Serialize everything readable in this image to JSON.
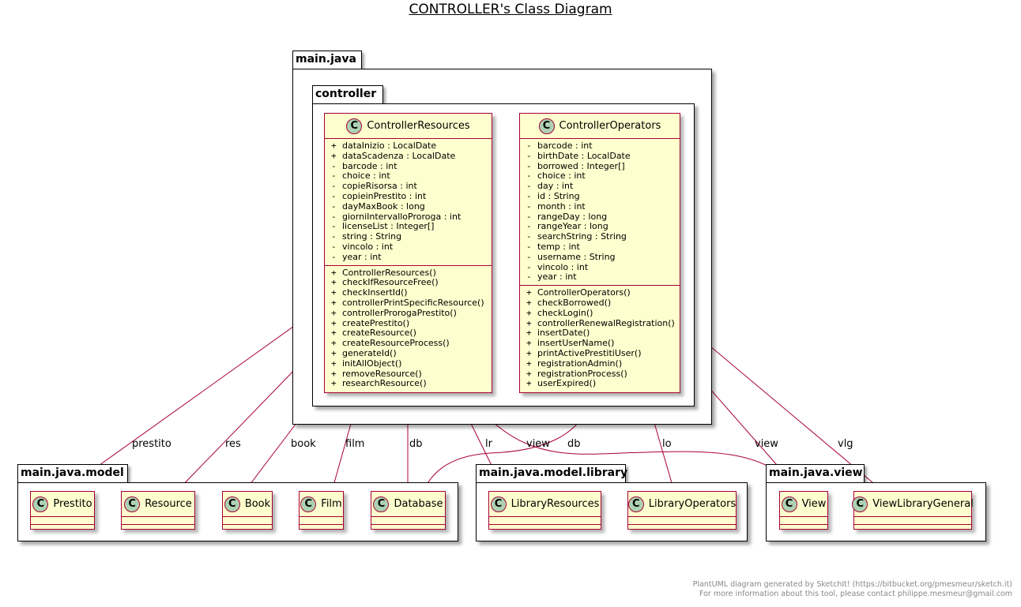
{
  "title": "CONTROLLER's Class Diagram",
  "footer": {
    "line1": "PlantUML diagram generated by SketchIt! (https://bitbucket.org/pmesmeur/sketch.it)",
    "line2": "For more information about this tool, please contact philippe.mesmeur@gmail.com"
  },
  "colors": {
    "class_fill": "#fefece",
    "class_border": "#a80036",
    "class_icon": "#add1b2",
    "edge": "#a80036"
  },
  "icons": {
    "class_marker": "class-c-icon",
    "aggregation_end": "diamond-icon"
  },
  "packages": {
    "main_java": "main.java",
    "controller": "controller",
    "model": "main.java.model",
    "library": "main.java.model.library",
    "view": "main.java.view"
  },
  "controller_resources": {
    "name": "ControllerResources",
    "icon_letter": "C",
    "fields": [
      {
        "v": "+",
        "text": "dataInizio : LocalDate"
      },
      {
        "v": "+",
        "text": "dataScadenza : LocalDate"
      },
      {
        "v": "-",
        "text": "barcode : int"
      },
      {
        "v": "-",
        "text": "choice : int"
      },
      {
        "v": "-",
        "text": "copieRisorsa : int"
      },
      {
        "v": "-",
        "text": "copieinPrestito : int"
      },
      {
        "v": "-",
        "text": "dayMaxBook : long"
      },
      {
        "v": "-",
        "text": "giorniIntervalloProroga : int"
      },
      {
        "v": "-",
        "text": "licenseList : Integer[]"
      },
      {
        "v": "-",
        "text": "string : String"
      },
      {
        "v": "-",
        "text": "vincolo : int"
      },
      {
        "v": "-",
        "text": "year : int"
      }
    ],
    "methods": [
      {
        "v": "+",
        "text": "ControllerResources()"
      },
      {
        "v": "+",
        "text": "checkIfResourceFree()"
      },
      {
        "v": "+",
        "text": "checkInsertId()"
      },
      {
        "v": "+",
        "text": "controllerPrintSpecificResource()"
      },
      {
        "v": "+",
        "text": "controllerProrogaPrestito()"
      },
      {
        "v": "+",
        "text": "createPrestito()"
      },
      {
        "v": "+",
        "text": "createResource()"
      },
      {
        "v": "+",
        "text": "createResourceProcess()"
      },
      {
        "v": "+",
        "text": "generateId()"
      },
      {
        "v": "+",
        "text": "initAllObject()"
      },
      {
        "v": "+",
        "text": "removeResource()"
      },
      {
        "v": "+",
        "text": "researchResource()"
      }
    ]
  },
  "controller_operators": {
    "name": "ControllerOperators",
    "icon_letter": "C",
    "fields": [
      {
        "v": "-",
        "text": "barcode : int"
      },
      {
        "v": "-",
        "text": "birthDate : LocalDate"
      },
      {
        "v": "-",
        "text": "borrowed : Integer[]"
      },
      {
        "v": "-",
        "text": "choice : int"
      },
      {
        "v": "-",
        "text": "day : int"
      },
      {
        "v": "-",
        "text": "id : String"
      },
      {
        "v": "-",
        "text": "month : int"
      },
      {
        "v": "-",
        "text": "rangeDay : long"
      },
      {
        "v": "-",
        "text": "rangeYear : long"
      },
      {
        "v": "-",
        "text": "searchString : String"
      },
      {
        "v": "-",
        "text": "temp : int"
      },
      {
        "v": "-",
        "text": "username : String"
      },
      {
        "v": "-",
        "text": "vincolo : int"
      },
      {
        "v": "-",
        "text": "year : int"
      }
    ],
    "methods": [
      {
        "v": "+",
        "text": "ControllerOperators()"
      },
      {
        "v": "+",
        "text": "checkBorrowed()"
      },
      {
        "v": "+",
        "text": "checkLogin()"
      },
      {
        "v": "+",
        "text": "controllerRenewalRegistration()"
      },
      {
        "v": "+",
        "text": "insertDate()"
      },
      {
        "v": "+",
        "text": "insertUserName()"
      },
      {
        "v": "+",
        "text": "printActivePrestitiUser()"
      },
      {
        "v": "+",
        "text": "registrationAdmin()"
      },
      {
        "v": "+",
        "text": "registrationProcess()"
      },
      {
        "v": "+",
        "text": "userExpired()"
      }
    ]
  },
  "small_classes": {
    "prestito": "Prestito",
    "resource": "Resource",
    "book": "Book",
    "film": "Film",
    "database": "Database",
    "library_resources": "LibraryResources",
    "library_operators": "LibraryOperators",
    "view": "View",
    "view_library_general": "ViewLibraryGeneral",
    "icon_letter": "C"
  },
  "edge_labels": {
    "prestito": "prestito",
    "res": "res",
    "book": "book",
    "film": "film",
    "db_resources": "db",
    "lr": "lr",
    "view_resources": "view",
    "db_operators": "db",
    "lo": "lo",
    "view_operators": "view",
    "vlg": "vlg"
  }
}
